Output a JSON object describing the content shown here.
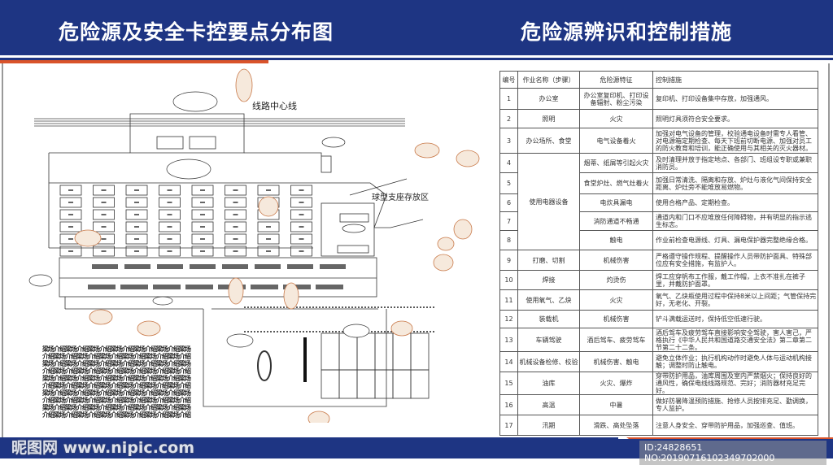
{
  "header": {
    "left_title": "危险源及安全卡控要点分布图",
    "right_title": "危险源辨识和控制措施"
  },
  "colors": {
    "brand_blue": "#1e3583",
    "accent_orange": "#d9532a",
    "callout": "#c97a4a"
  },
  "diagram": {
    "center_line_label": "线路中心线",
    "storage_area_label": "球型支座存放区",
    "filler_lines": [
      "梁场介绍梁场介绍梁场介绍梁场介绍梁场介绍梁场介绍梁场",
      "介绍梁场介绍梁场介绍梁场介绍梁场介绍梁场介绍梁场介绍",
      "梁场介绍梁场介绍梁场介绍梁场介绍梁场介绍梁场介绍梁场",
      "介绍梁场介绍梁场介绍梁场介绍梁场介绍梁场介绍梁场介绍",
      "梁场介绍梁场介绍梁场介绍梁场介绍梁场介绍梁场介绍梁场",
      "介绍梁场介绍梁场介绍梁场介绍梁场介绍梁场介绍梁场介绍",
      "梁场介绍梁场介绍梁场介绍梁场介绍梁场介绍梁场介绍梁场",
      "介绍梁场介绍梁场介绍梁场介绍梁场介绍梁场介绍梁场介绍",
      "梁场介绍梁场介绍梁场介绍梁场介绍梁场介绍梁场介绍梁场",
      "介绍梁场介绍梁场介绍梁场介绍梁场介绍梁场介绍梁场介绍"
    ]
  },
  "table": {
    "headers": [
      "编号",
      "作业名称（步骤）",
      "危险源特征",
      "控制措施"
    ],
    "rows": [
      {
        "no": "1",
        "task": "办公室",
        "hazard": "办公室复印机、打印设备辐射、粉尘污染",
        "measure": "复印机、打印设备集中存放，加强通风。"
      },
      {
        "no": "2",
        "task": "照明",
        "hazard": "火灾",
        "measure": "照明灯具须符合安全要求。"
      },
      {
        "no": "3",
        "task": "办公场所、食堂",
        "hazard": "电气设备着火",
        "measure": "加强对电气设备的管理，校验通电设备时需专人看管、对电源箱定期检查、每天下班前切断电源、加强对员工的防火教育和培训，能正确使用与其相关的灭火器材。"
      },
      {
        "no": "4",
        "task": "使用电器设备",
        "task_span": 5,
        "hazard": "烟蒂、纸屑等引起火灾",
        "measure": "及时清理并放于指定地点、各部门、班组设专职或兼职消防员。"
      },
      {
        "no": "5",
        "hazard": "食堂炉灶、燃气灶着火",
        "measure": "加强日常清洗、隔离和存放、炉灶与液化气间保持安全距离、炉灶旁不能堆放易燃物。"
      },
      {
        "no": "6",
        "hazard": "电炊具漏电",
        "measure": "使用合格产品、定期检查。"
      },
      {
        "no": "7",
        "hazard": "消防通道不畅通",
        "measure": "通道内和门口不应堆放任何障碍物，并有明显的指示逃生标志。"
      },
      {
        "no": "8",
        "hazard": "触电",
        "measure": "作业前检查电源线、灯具、漏电保护器完整绝缘合格。"
      },
      {
        "no": "9",
        "task": "打磨、切割",
        "hazard": "机械伤害",
        "measure": "严格遵守操作规程、提醒操作人员带防护面具、特殊部位应有安全措施，有监护人。"
      },
      {
        "no": "10",
        "task": "焊接",
        "hazard": "灼烫伤",
        "measure": "焊工应穿帆布工作服，戴工作帽，上衣不准扎在裤子里，并戴防护面罩。"
      },
      {
        "no": "11",
        "task": "使用氧气、乙炔",
        "hazard": "火灾",
        "measure": "氧气、乙炔瓶使用过程中保持8米以上间距；气管保持完好，无老化、开裂。"
      },
      {
        "no": "12",
        "task": "装载机",
        "hazard": "机械伤害",
        "measure": "铲斗满载运送时，保持低空低速行驶。"
      },
      {
        "no": "13",
        "task": "车辆驾驶",
        "hazard": "酒后驾车、疲劳驾车",
        "measure": "酒后驾车及疲劳驾车直接影响安全驾驶，害人害己，严格执行《中华人民共和国道路交通安全法》第二章第二节第二十二条。"
      },
      {
        "no": "14",
        "task": "机械设备检修、校验",
        "hazard": "机械伤害、触电",
        "measure": "避免立体作业；执行机构动作时避免人体与运动机构接触；调整时防止触电。"
      },
      {
        "no": "15",
        "task": "油库",
        "hazard": "火灾、爆炸",
        "measure": "穿带防护用品，油库周围及室内严禁烟火；保持良好的通风性，确保电线线路规范、完好；消防器材充足完好。"
      },
      {
        "no": "16",
        "task": "高温",
        "hazard": "中暑",
        "measure": "做好防暑降温预防措施、抢修人员按排充足、勤调换，专人监护。"
      },
      {
        "no": "17",
        "task": "汛期",
        "hazard": "滑跌、高处坠落",
        "measure": "注意人身安全、穿带防护用品，加强巡查、值班。"
      }
    ]
  },
  "watermark": {
    "text": "昵图网 www.nipic.com",
    "id": "ID:24828651 NO:20190716102349702000"
  }
}
